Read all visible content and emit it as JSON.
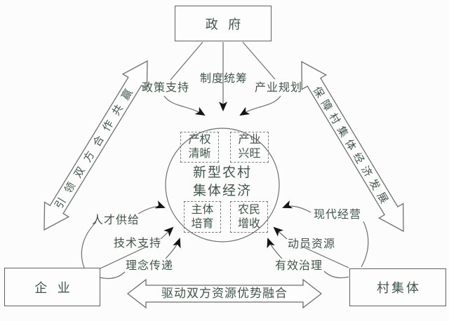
{
  "nodes": {
    "government": "政 府",
    "enterprise": "企 业",
    "village": "村集体"
  },
  "center": {
    "title_line1": "新型农村",
    "title_line2": "集体经济",
    "quadrants": [
      {
        "line1": "产权",
        "line2": "清晰"
      },
      {
        "line1": "产业",
        "line2": "兴旺"
      },
      {
        "line1": "主体",
        "line2": "培育"
      },
      {
        "line1": "农民",
        "line2": "增收"
      }
    ]
  },
  "government_outputs": [
    "政策支持",
    "制度统筹",
    "产业规划"
  ],
  "enterprise_outputs": [
    "人才供给",
    "技术支持",
    "理念传递"
  ],
  "village_outputs": [
    "现代经营",
    "动员资源",
    "有效治理"
  ],
  "edge_banners": {
    "left": "引领双方合作共赢",
    "right": "保障村集体经济发展",
    "bottom": "驱动双方资源优势融合"
  },
  "colors": {
    "text": "#41564b",
    "line": "#6e6e6e",
    "arrowhead": "#151515",
    "background": "#fcfcfc"
  }
}
